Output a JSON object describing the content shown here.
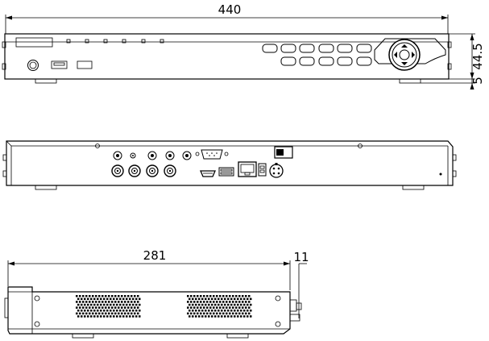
{
  "dimensions": {
    "width": "440",
    "height": "44.5",
    "foot": "5",
    "depth": "281",
    "connector": "11"
  }
}
